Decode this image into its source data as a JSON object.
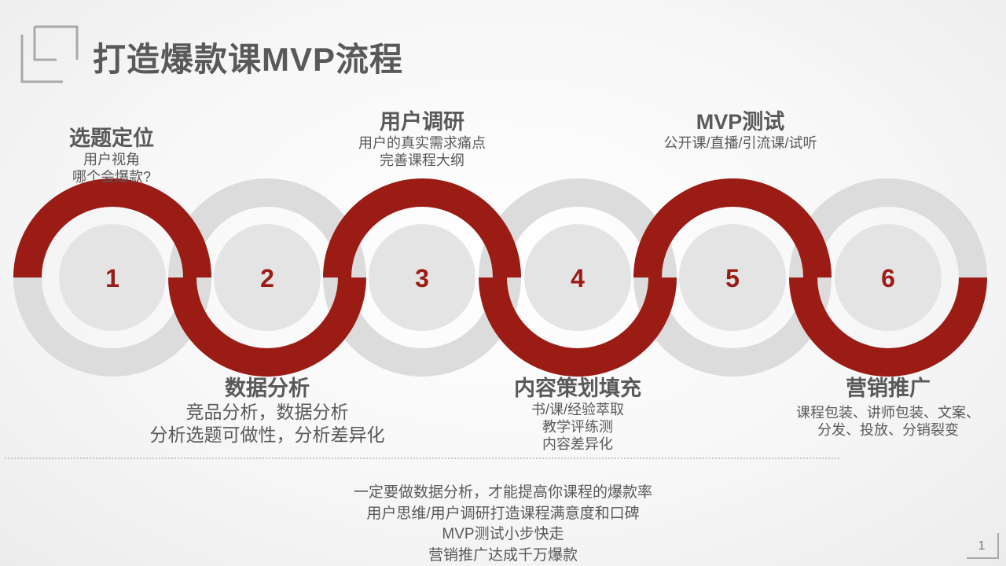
{
  "page": {
    "title": "打造爆款课MVP流程",
    "page_number": "1"
  },
  "steps": [
    {
      "number": "1",
      "title": "选题定位",
      "lines": [
        "用户视角",
        "哪个会爆款?"
      ]
    },
    {
      "number": "2",
      "title": "数据分析",
      "lines": [
        "竞品分析，数据分析",
        "分析选题可做性，分析差异化"
      ]
    },
    {
      "number": "3",
      "title": "用户调研",
      "lines": [
        "用户的真实需求痛点",
        "完善课程大纲"
      ]
    },
    {
      "number": "4",
      "title": "内容策划填充",
      "lines": [
        "书/课/经验萃取",
        "教学评练测",
        "内容差异化"
      ]
    },
    {
      "number": "5",
      "title": "MVP测试",
      "lines": [
        "公开课/直播/引流课/试听"
      ]
    },
    {
      "number": "6",
      "title": "营销推广",
      "lines": [
        "课程包装、讲师包装、文案、",
        "分发、投放、分销裂变"
      ]
    }
  ],
  "summary": [
    "一定要做数据分析，才能提高你课程的爆款率",
    "用户思维/用户调研打造课程满意度和口碑",
    "MVP测试小步快走",
    "营销推广达成千万爆款"
  ],
  "colors": {
    "accent_red": "#9b1b15",
    "ring_gray": "#dcdcdc",
    "inner_gray": "#e4e4e4",
    "text_gray": "#595959"
  },
  "icons": {
    "title_decoration": "bracket-corner-icon",
    "page_corner": "corner-bracket-icon"
  }
}
